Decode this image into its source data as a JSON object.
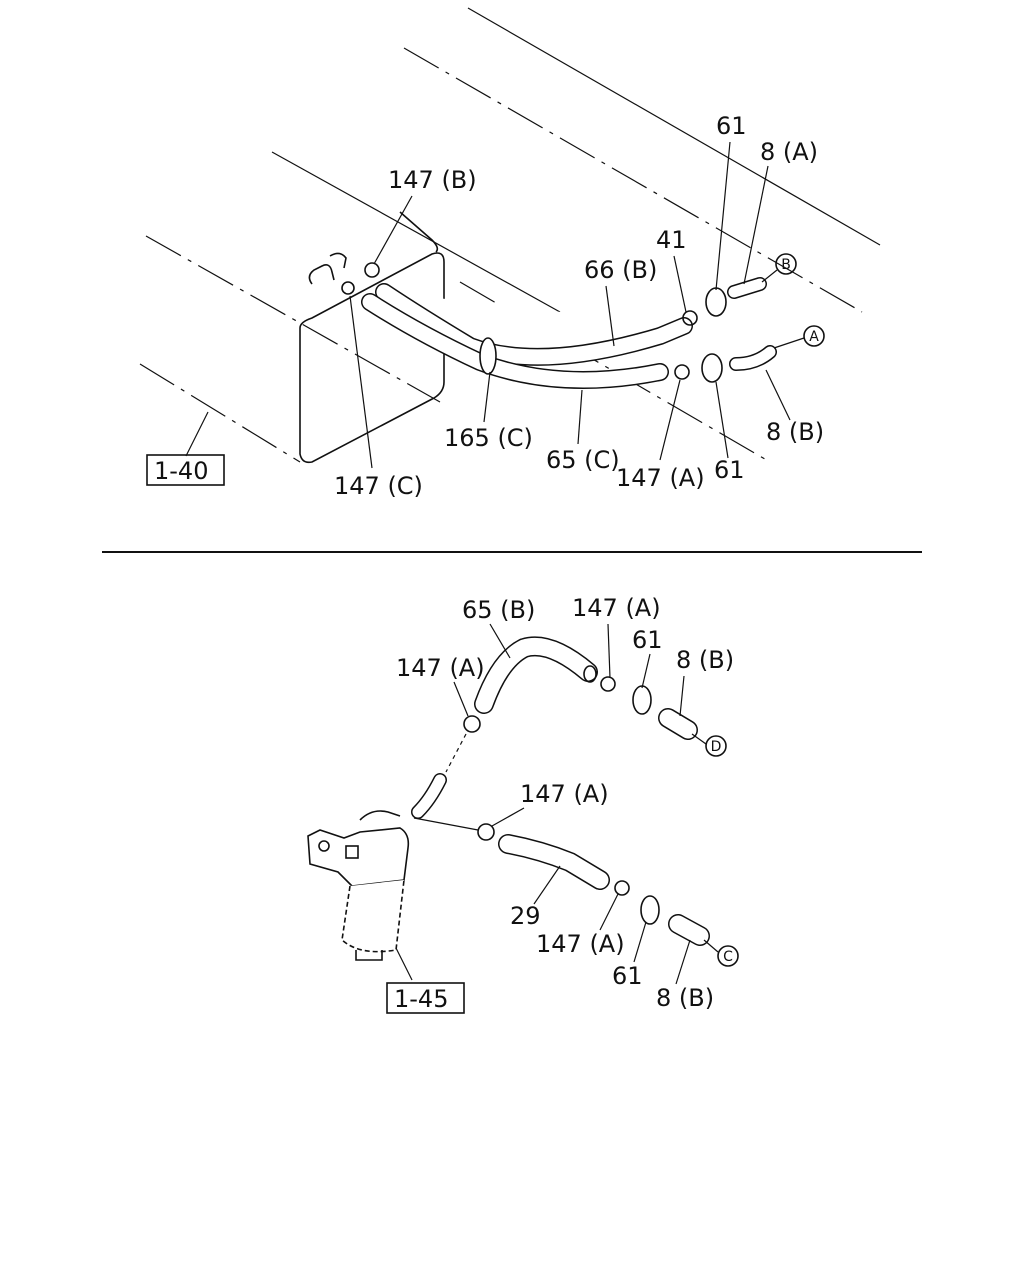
{
  "diagram": {
    "top": {
      "labels": {
        "p61_top": "61",
        "p8a": "8 (A)",
        "p147b": "147 (B)",
        "p41": "41",
        "p66b": "66 (B)",
        "p165c": "165 (C)",
        "p65c": "65 (C)",
        "p147a": "147 (A)",
        "p61_bot": "61",
        "p8b": "8 (B)",
        "p147c": "147 (C)"
      },
      "ref_box": "1-40",
      "circles": {
        "b": "B",
        "a": "A"
      }
    },
    "bottom": {
      "labels": {
        "p65b": "65 (B)",
        "p147a_1": "147 (A)",
        "p147a_2": "147 (A)",
        "p61_1": "61",
        "p8b_1": "8 (B)",
        "p147a_3": "147 (A)",
        "p29": "29",
        "p147a_4": "147 (A)",
        "p61_2": "61",
        "p8b_2": "8 (B)"
      },
      "ref_box": "1-45",
      "circles": {
        "d": "D",
        "c": "C"
      }
    }
  }
}
